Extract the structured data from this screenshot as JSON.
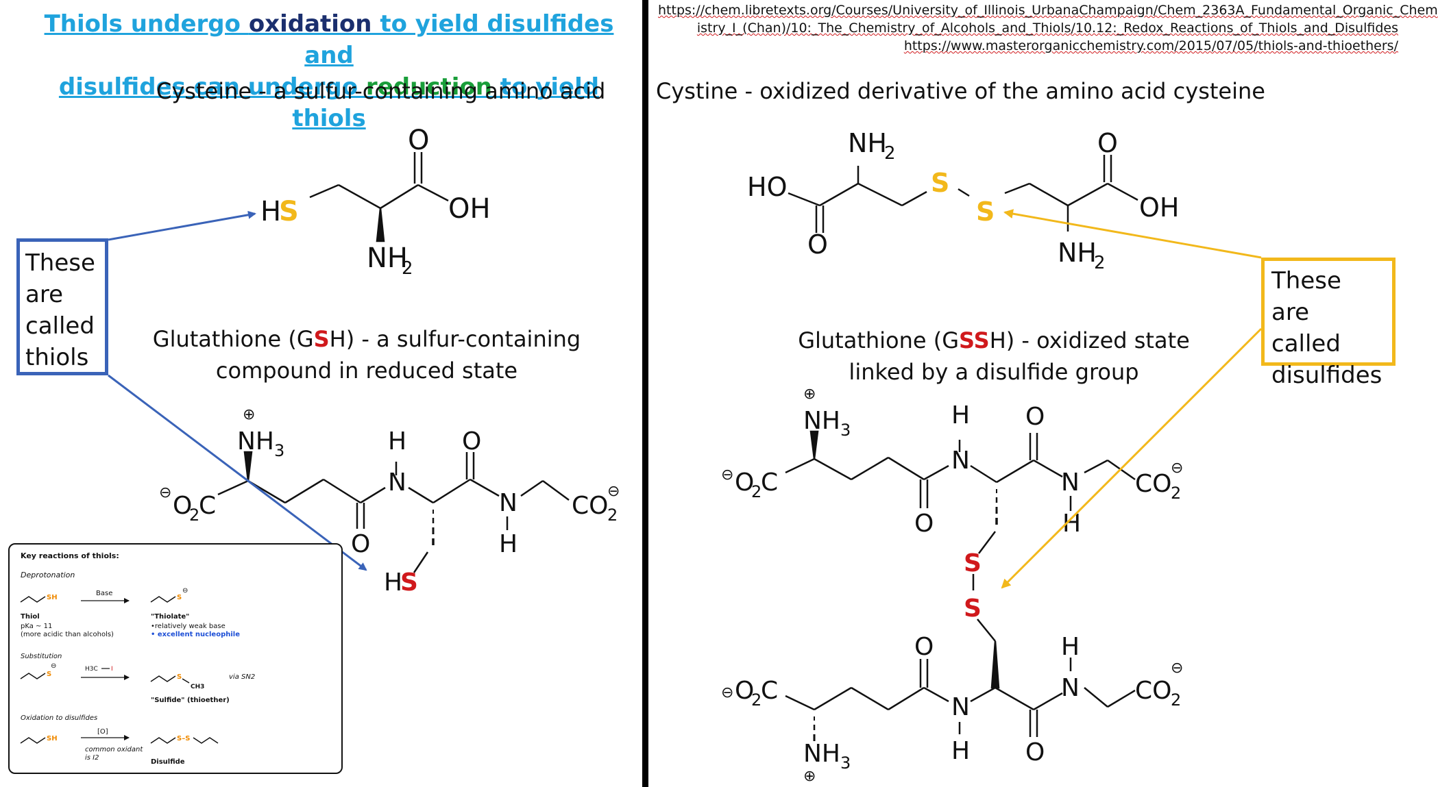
{
  "title": {
    "line1_part1": "Thiols undergo ",
    "line1_oxidation": "oxidation",
    "line1_part2": " to yield disulfides and",
    "line2_part1": "disulfides can undergo ",
    "line2_reduction": "reduction",
    "line2_part2": " to yield thiols"
  },
  "references": [
    "https://chem.libretexts.org/Courses/University_of_Illinois_UrbanaChampaign/Chem_2363A_Fundamental_Organic_Chem",
    "istry_I_(Chan)/10:_The_Chemistry_of_Alcohols_and_Thiols/10.12:_Redox_Reactions_of_Thiols_and_Disulfides",
    "https://www.masterorganicchemistry.com/2015/07/05/thiols-and-thioethers/"
  ],
  "cysteine": {
    "heading": "Cysteine - a sulfur-containing amino acid"
  },
  "cystine": {
    "heading": "Cystine - oxidized derivative of the amino acid cysteine"
  },
  "glutathione_reduced": {
    "caption_line1_a": "Glutathione (G",
    "caption_line1_s": "S",
    "caption_line1_b": "H) - a sulfur-containing",
    "caption_line2": "compound in reduced state"
  },
  "glutathione_oxidized": {
    "caption_line1_a": "Glutathione (G",
    "caption_line1_s": "SS",
    "caption_line1_b": "H) - oxidized state",
    "caption_line2": "linked by a disulfide group"
  },
  "thiols_box": [
    "These",
    "are",
    "called",
    "thiols"
  ],
  "disulfides_box": [
    "These are",
    "called",
    "disulfides"
  ],
  "atoms": {
    "H": "H",
    "S": "S",
    "O": "O",
    "OH": "OH",
    "HO": "HO",
    "N": "N",
    "NH": "NH",
    "CO": "CO",
    "C": "C",
    "O2C": "O",
    "sub2": "2",
    "sub3": "3",
    "plus": "⊕",
    "minus": "⊖"
  },
  "inset": {
    "header": "Key reactions of thiols:",
    "deprotonation": "Deprotonation",
    "base": "Base",
    "sh": "SH",
    "s": "S",
    "thiol": "Thiol",
    "pka": "pKa ~   11",
    "more_acidic": "(more acidic than alcohols)",
    "thiolate": "\"Thiolate\"",
    "weak_base": "•relatively weak base",
    "excellent": "• excellent nucleophile",
    "substitution": "Substitution",
    "h3c": "H3C",
    "i": "I",
    "ch3": "CH3",
    "via": "via SN2",
    "sulfide": "\"Sulfide\" (thioether)",
    "oxidation": "Oxidation to disulfides",
    "o_bracket": "[O]",
    "ss": "S–S",
    "common_oxidant": "common oxidant",
    "is_i2": "is I2",
    "disulfide": "Disulfide"
  },
  "colors": {
    "title": "#1fa3dd",
    "oxidation": "#1b2f6e",
    "reduction": "#1a9e3a",
    "sulfur_yellow": "#f2b81b",
    "sulfur_red": "#d0191c",
    "thiol_box": "#3a63b8",
    "disulfide_box": "#f2b81b"
  }
}
